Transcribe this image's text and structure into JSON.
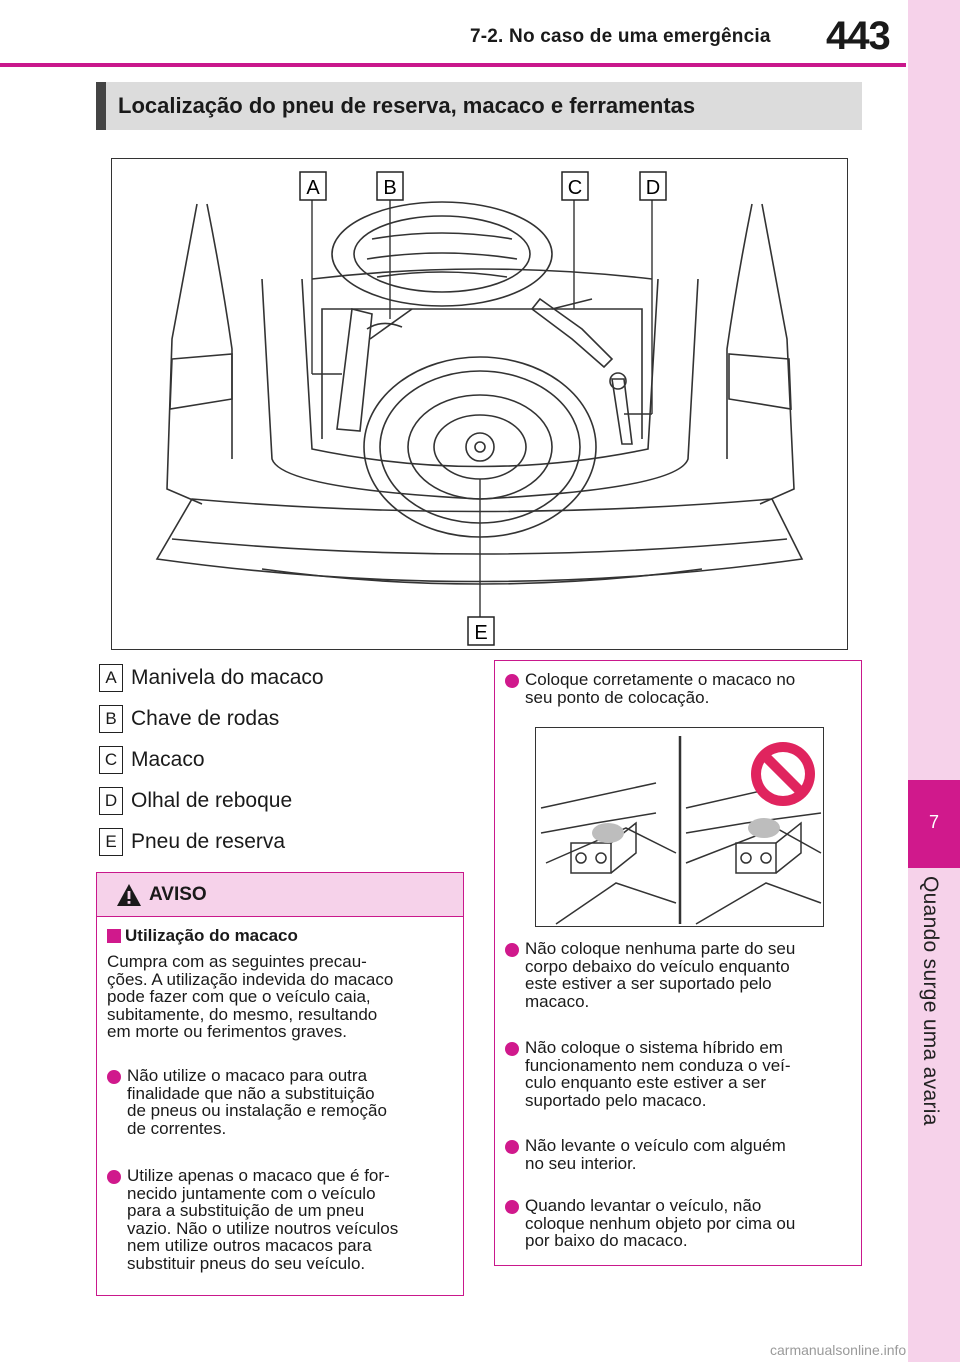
{
  "header": {
    "section": "7-2. No caso de uma emergência",
    "page_number": "443"
  },
  "side_tab": {
    "chapter": "7",
    "title": "Quando surge uma avaria"
  },
  "section_title": "Localização do pneu de reserva, macaco e ferramentas",
  "figure": {
    "callouts": [
      "A",
      "B",
      "C",
      "D",
      "E"
    ]
  },
  "legend": [
    {
      "key": "A",
      "text": "Manivela do macaco"
    },
    {
      "key": "B",
      "text": "Chave de rodas"
    },
    {
      "key": "C",
      "text": "Macaco"
    },
    {
      "key": "D",
      "text": "Olhal de reboque"
    },
    {
      "key": "E",
      "text": "Pneu de reserva"
    }
  ],
  "warning": {
    "label": "AVISO",
    "subtitle": "Utilização do macaco",
    "intro": [
      "Cumpra com as seguintes precau-",
      "ções. A utilização indevida do macaco",
      "pode fazer com que o veículo caia,",
      "subitamente, do mesmo, resultando",
      "em morte ou ferimentos graves."
    ],
    "bullets": [
      [
        "Não utilize o macaco para outra",
        "finalidade que não a substituição",
        "de pneus ou instalação e remoção",
        "de correntes."
      ],
      [
        "Utilize apenas o macaco que é for-",
        "necido juntamente com o veículo",
        "para a substituição de um pneu",
        "vazio. Não o utilize noutros veículos",
        "nem utilize outros macacos para",
        "substituir pneus do seu veículo."
      ]
    ]
  },
  "info": {
    "first": [
      "Coloque corretamente o macaco no",
      "seu ponto de colocação."
    ],
    "bullets": [
      [
        "Não coloque nenhuma parte do seu",
        "corpo debaixo do veículo enquanto",
        "este estiver a ser suportado pelo",
        "macaco."
      ],
      [
        "Não coloque o sistema híbrido em",
        "funcionamento nem conduza o veí-",
        "culo enquanto este estiver a ser",
        "suportado pelo macaco."
      ],
      [
        "Não levante o veículo com alguém",
        "no seu interior."
      ],
      [
        "Quando levantar o veículo, não",
        "coloque nenhum objeto por cima ou",
        "por baixo do macaco."
      ]
    ]
  },
  "watermark": "carmanualsonline.info",
  "colors": {
    "accent": "#d0198c",
    "tab_bg": "#f6d2ea",
    "title_bar": "#dcdcdc",
    "prohibition": "#e0245e"
  }
}
